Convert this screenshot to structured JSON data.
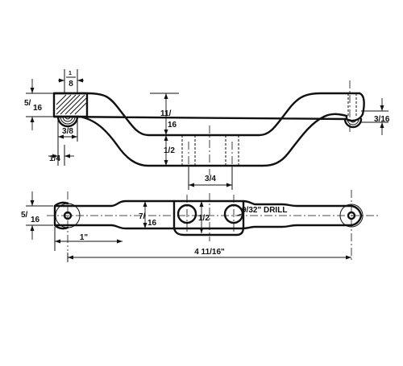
{
  "drawing": {
    "labels": {
      "one_eighth_a": "1",
      "one_eighth_b": "8",
      "five_sixteenths_top_a": "5/",
      "five_sixteenths_top_b": "16",
      "three_eighths": "3/8",
      "one_quarter": "1/4",
      "eleven_sixteenths_a": "11/",
      "eleven_sixteenths_b": "16",
      "one_half_top": "1/2",
      "three_quarters": "3/4",
      "three_sixteenths": "3/16",
      "five_sixteenths_bot_a": "5/",
      "five_sixteenths_bot_b": "16",
      "seven_sixteenths_a": "7/",
      "seven_sixteenths_b": "16",
      "one_half_bot": "1/2",
      "drill_note": "9/32\" DRILL",
      "one_inch": "1\"",
      "overall_length": "4 11/16\""
    }
  }
}
